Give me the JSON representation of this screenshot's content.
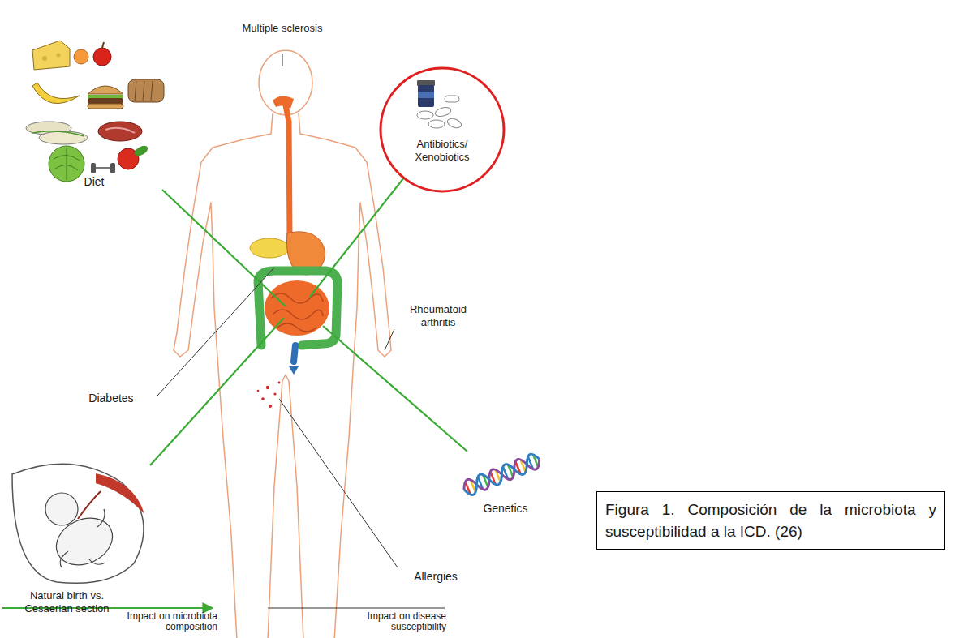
{
  "diagram": {
    "caption": "Figura 1. Composición de la microbiota y susceptibilidad a la ICD. (26)",
    "nodes": [
      {
        "text": [
          "Multiple sclerosis"
        ]
      },
      {
        "text": [
          "Diet"
        ]
      },
      {
        "text": [
          "Antibiotics/ Xenobiotics"
        ]
      },
      {
        "text": [
          "Rheumatoid arthritis"
        ]
      },
      {
        "text": [
          "Diabetes"
        ]
      },
      {
        "text": [
          "Genetics"
        ]
      },
      {
        "text": [
          "Natural birth vs. Cesaerian section"
        ]
      },
      {
        "text": [
          "Allergies"
        ]
      }
    ],
    "legend": [
      {
        "text": "Impact on microbiota composition"
      },
      {
        "text": "Impact on disease susceptibility"
      }
    ]
  }
}
